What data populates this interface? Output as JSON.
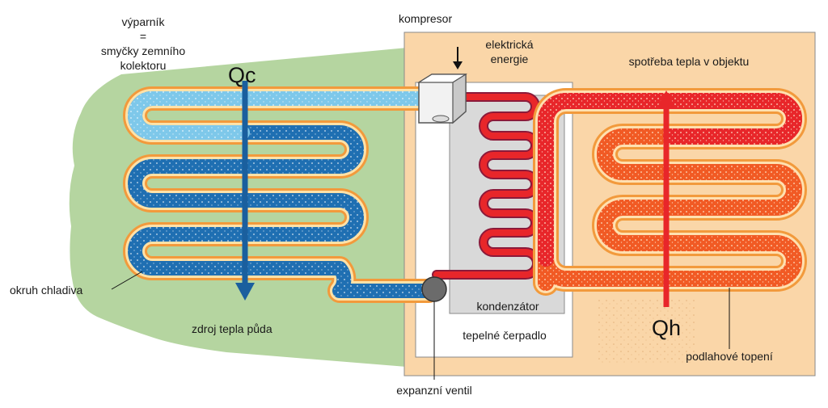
{
  "labels": {
    "evaporator_line1": "výparník",
    "evaporator_line2": "=",
    "evaporator_line3": "smyčky zemního",
    "evaporator_line4": "kolektoru",
    "compressor": "kompresor",
    "electric_line1": "elektrická",
    "electric_line2": "energie",
    "heat_use": "spotřeba tepla v objektu",
    "qc": "Qc",
    "qh": "Qh",
    "refrigerant_circuit": "okruh chladiva",
    "heat_source": "zdroj tepla půda",
    "condenser": "kondenzátor",
    "heat_pump": "tepelné čerpadlo",
    "floor_heating": "podlahové topení",
    "expansion_valve": "expanzní ventil"
  },
  "colors": {
    "ground_green": "#b5d5a0",
    "house_beige": "#fad6a8",
    "cold_pipe": "#1f6fb2",
    "cold_pipe_light": "#7ec8ea",
    "hot_pipe": "#e8262a",
    "floor_pipe": "#f15a24",
    "pipe_halo": "#f29a3c",
    "pump_box": "#d9d9d9"
  }
}
